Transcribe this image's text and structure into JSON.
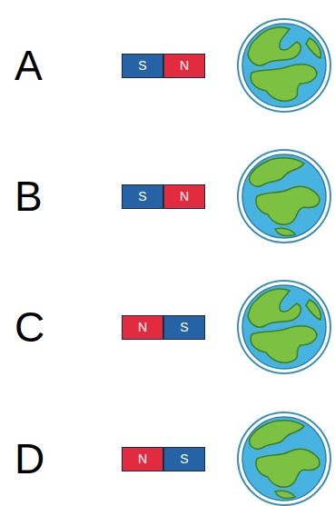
{
  "diagram": {
    "nodes": [
      {
        "text": [
          "S"
        ]
      },
      {
        "text": [
          "N"
        ]
      },
      {
        "text": [
          "S"
        ]
      },
      {
        "text": [
          "N"
        ]
      },
      {
        "text": [
          "N"
        ]
      },
      {
        "text": [
          "S"
        ]
      },
      {
        "text": [
          "N"
        ]
      },
      {
        "text": [
          "S"
        ]
      }
    ],
    "labels": [
      "A",
      "B",
      "C",
      "D"
    ]
  }
}
